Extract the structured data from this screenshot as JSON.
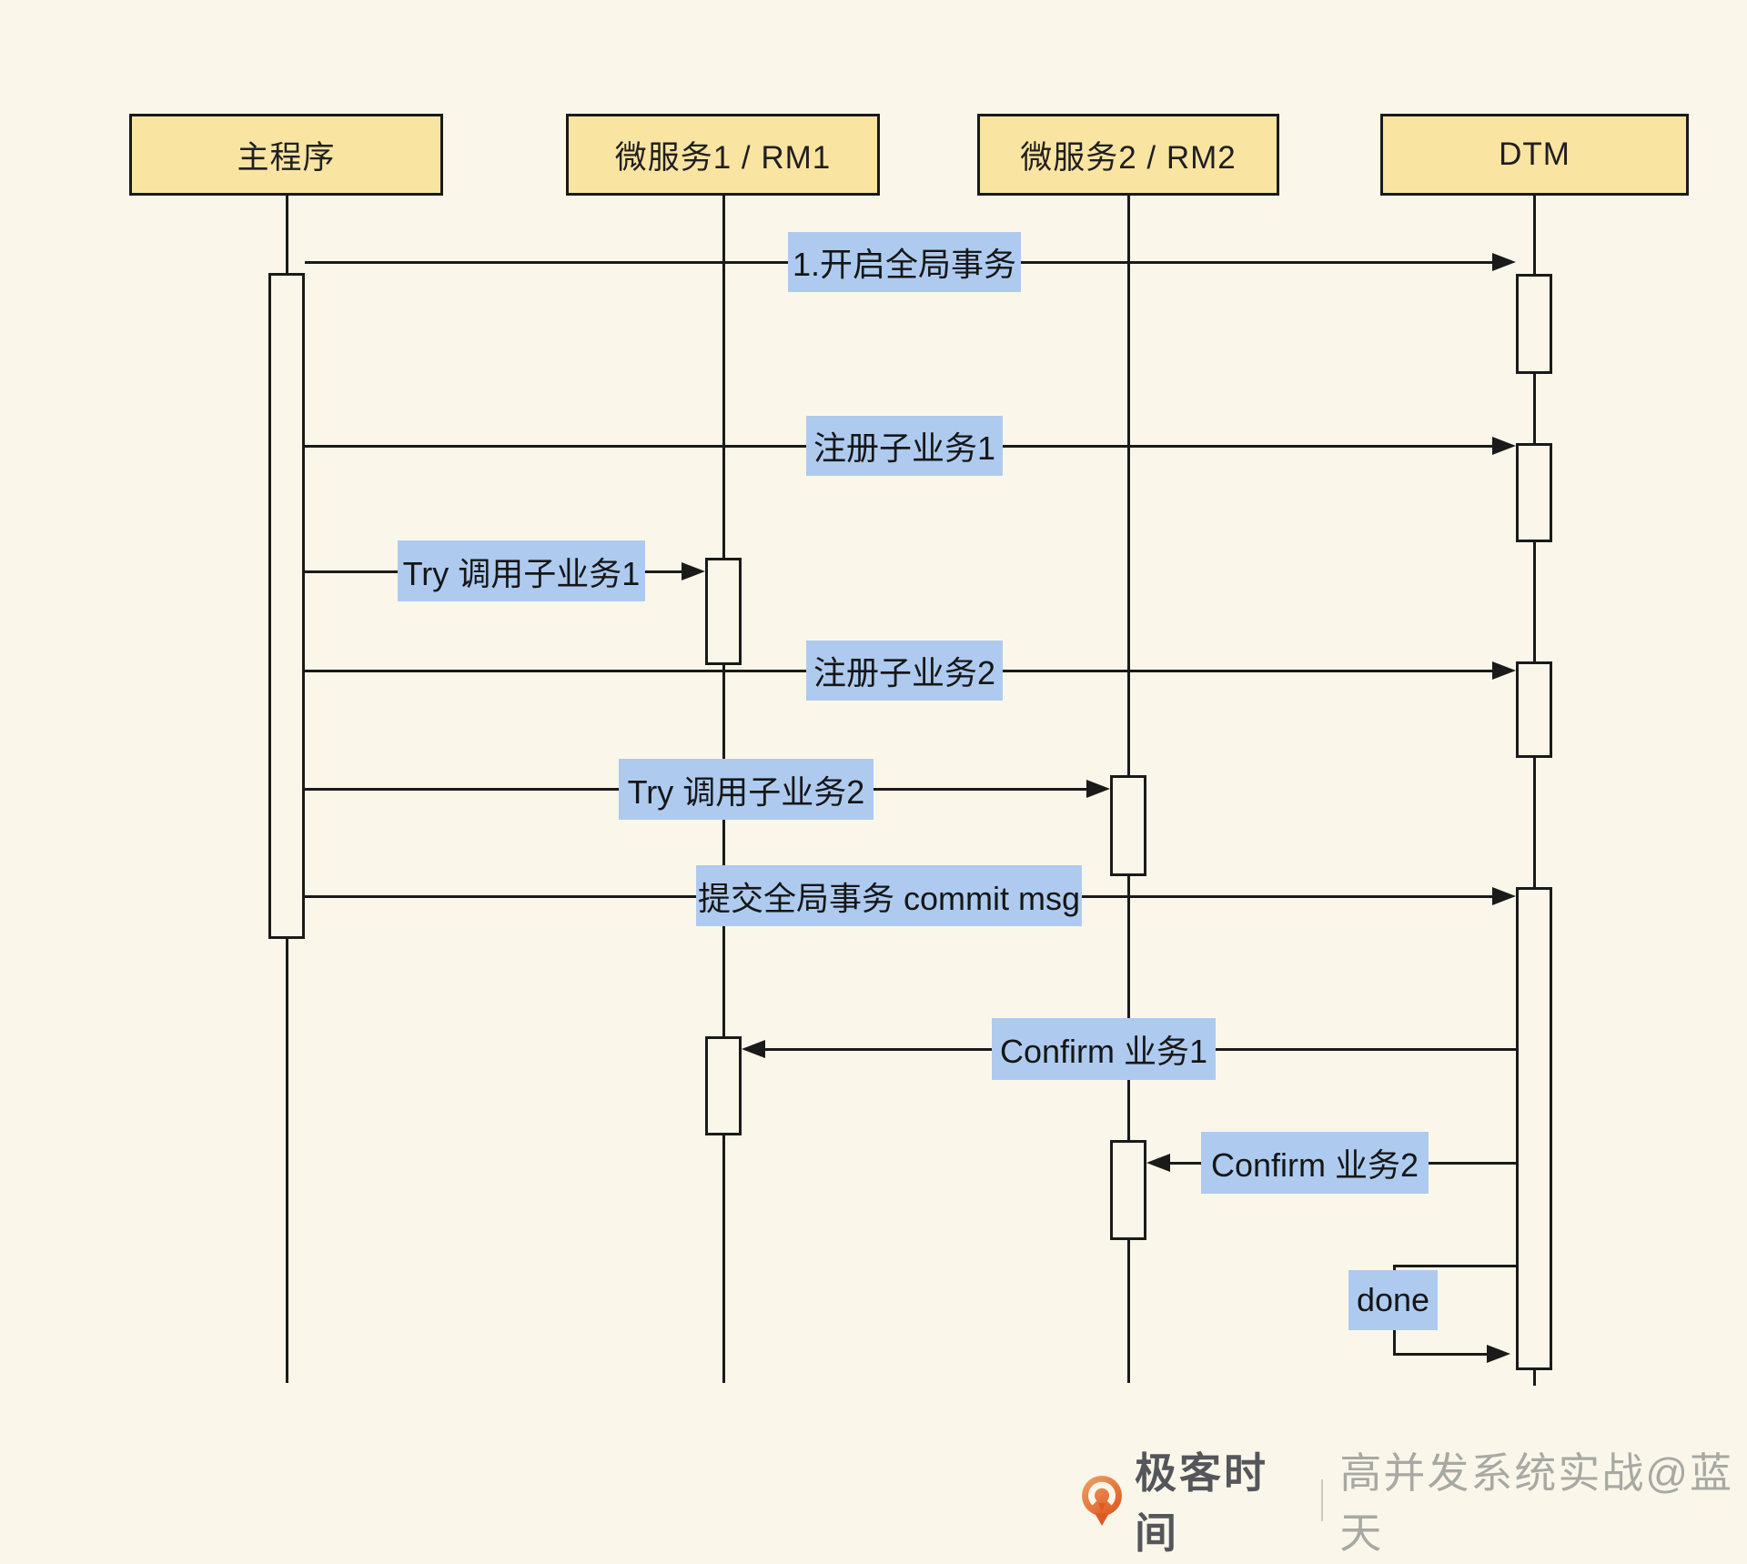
{
  "diagram": {
    "title": "TCC distributed transaction sequence",
    "participants": [
      {
        "id": "main",
        "label": "主程序"
      },
      {
        "id": "ms1",
        "label": "微服务1 / RM1"
      },
      {
        "id": "ms2",
        "label": "微服务2 / RM2"
      },
      {
        "id": "dtm",
        "label": "DTM"
      }
    ],
    "messages": [
      {
        "label": "1.开启全局事务",
        "from": "main",
        "to": "dtm"
      },
      {
        "label": "注册子业务1",
        "from": "main",
        "to": "dtm"
      },
      {
        "label": "Try 调用子业务1",
        "from": "main",
        "to": "ms1"
      },
      {
        "label": "注册子业务2",
        "from": "main",
        "to": "dtm"
      },
      {
        "label": "Try 调用子业务2",
        "from": "main",
        "to": "ms2"
      },
      {
        "label": "提交全局事务 commit msg",
        "from": "main",
        "to": "dtm"
      },
      {
        "label": "Confirm 业务1",
        "from": "dtm",
        "to": "ms1"
      },
      {
        "label": "Confirm 业务2",
        "from": "dtm",
        "to": "ms2"
      },
      {
        "label": "done",
        "from": "dtm",
        "to": "dtm"
      }
    ],
    "colors": {
      "background": "#faf7ea",
      "participant_fill": "#fae4a2",
      "message_label_fill": "#aecbef",
      "line": "#1a1a1a"
    }
  },
  "footer": {
    "brand": "极客时间",
    "divider": "|",
    "credit": "高并发系统实战@蓝天",
    "brand_color": "#54565b",
    "credit_color": "#a8a8a4",
    "logo_orange": "#dd5b22"
  }
}
